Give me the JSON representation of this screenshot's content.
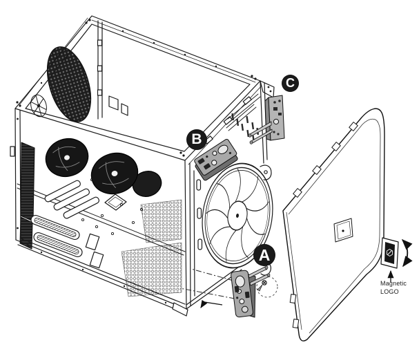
{
  "illustration": {
    "type": "exploded-assembly-line-drawing",
    "subject": "mini tower PC case with removable front panel, relocatable I/O bracket positions and magnetic logo badge",
    "callouts": [
      {
        "label": "A"
      },
      {
        "label": "B"
      },
      {
        "label": "C"
      }
    ],
    "annotation": {
      "line1": "Magnetic",
      "line2": "LOGO"
    },
    "colors": {
      "background": "#ffffff",
      "line": "#1a1a1a",
      "badge_background": "#1a1a1a",
      "badge_letter": "#ffffff",
      "bracket_gray": "#a8a8a8"
    }
  }
}
